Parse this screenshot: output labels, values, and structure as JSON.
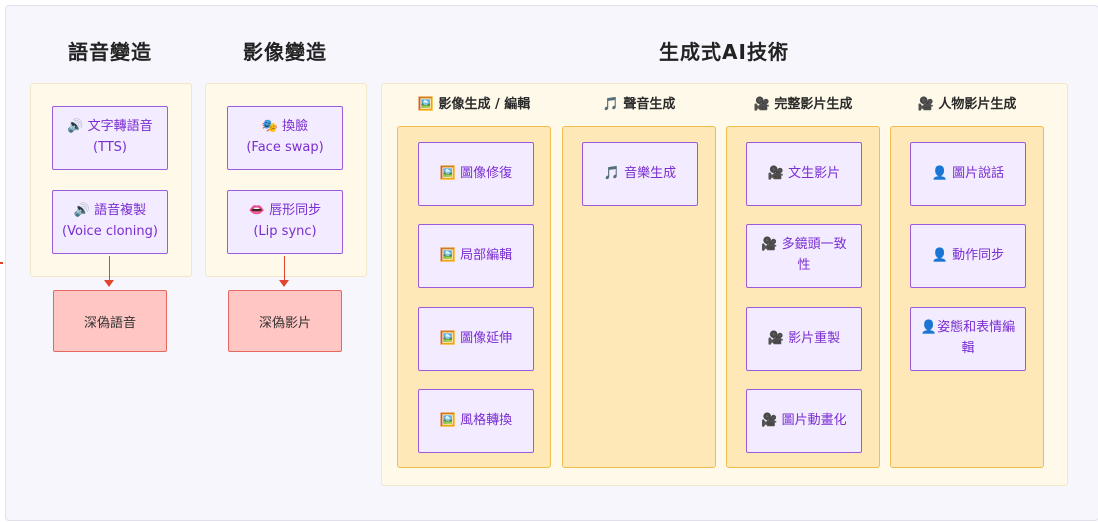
{
  "headings": {
    "voice": "語音變造",
    "image": "影像變造",
    "genai": "生成式AI技術"
  },
  "voice_nodes": [
    {
      "text": "🔊 文字轉語音\n(TTS)"
    },
    {
      "text": "🔊 語音複製\n(Voice cloning)"
    }
  ],
  "image_nodes": [
    {
      "text": "🎭 換臉\n(Face swap)"
    },
    {
      "text": "👄 唇形同步\n(Lip sync)"
    }
  ],
  "outputs": {
    "voice": "深偽語音",
    "image": "深偽影片"
  },
  "genai": {
    "categories": [
      {
        "label": "🖼️ 影像生成 / 編輯",
        "items": [
          "🖼️ 圖像修復",
          "🖼️ 局部編輯",
          "🖼️ 圖像延伸",
          "🖼️ 風格轉換"
        ]
      },
      {
        "label": "🎵 聲音生成",
        "items": [
          "🎵 音樂生成"
        ]
      },
      {
        "label": "🎥 完整影片生成",
        "items": [
          "🎥 文生影片",
          "🎥 多鏡頭一致\n性",
          "🎥 影片重製",
          "🎥 圖片動畫化"
        ]
      },
      {
        "label": "🎥 人物影片生成",
        "items": [
          "👤 圖片說話",
          "👤 動作同步",
          "👤姿態和表情編\n輯"
        ]
      }
    ]
  },
  "colors": {
    "node_border": "#9a5cd8",
    "node_text": "#7a2ed0",
    "column_fill": "#ffe8b8",
    "column_border": "#f3bd4e",
    "deepfake_fill": "#ffc6c3",
    "arrow": "#e0452f"
  }
}
